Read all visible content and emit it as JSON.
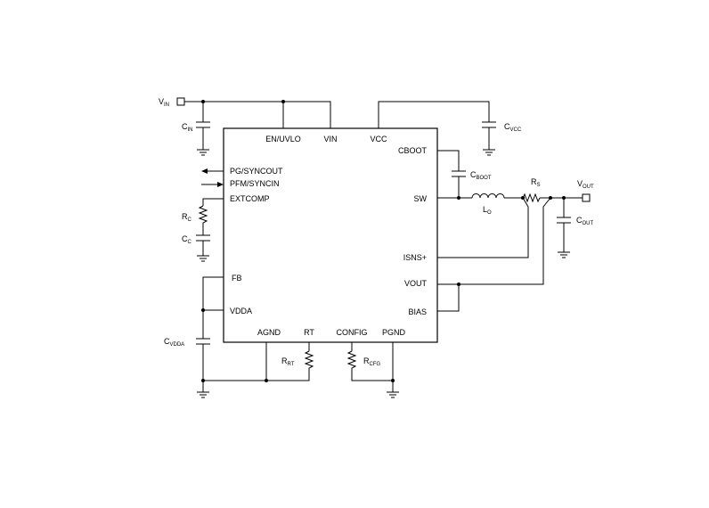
{
  "ic": {
    "pins_top": [
      "EN/UVLO",
      "VIN",
      "VCC"
    ],
    "pins_left": [
      "PG/SYNCOUT",
      "PFM/SYNCIN",
      "EXTCOMP",
      "FB",
      "VDDA"
    ],
    "pins_right": [
      "CBOOT",
      "SW",
      "ISNS+",
      "VOUT",
      "BIAS"
    ],
    "pins_bottom": [
      "AGND",
      "RT",
      "CONFIG",
      "PGND"
    ]
  },
  "components": {
    "vin": {
      "main": "V",
      "sub": "IN"
    },
    "cin": {
      "main": "C",
      "sub": "IN"
    },
    "cvcc": {
      "main": "C",
      "sub": "VCC"
    },
    "cboot": {
      "main": "C",
      "sub": "BOOT"
    },
    "lo": {
      "main": "L",
      "sub": "O"
    },
    "rs": {
      "main": "R",
      "sub": "S"
    },
    "vout": {
      "main": "V",
      "sub": "OUT"
    },
    "cout": {
      "main": "C",
      "sub": "OUT"
    },
    "rc": {
      "main": "R",
      "sub": "C"
    },
    "cc": {
      "main": "C",
      "sub": "C"
    },
    "cvdda": {
      "main": "C",
      "sub": "VDDA"
    },
    "rrt": {
      "main": "R",
      "sub": "RT"
    },
    "rcfg": {
      "main": "R",
      "sub": "CFG"
    }
  }
}
